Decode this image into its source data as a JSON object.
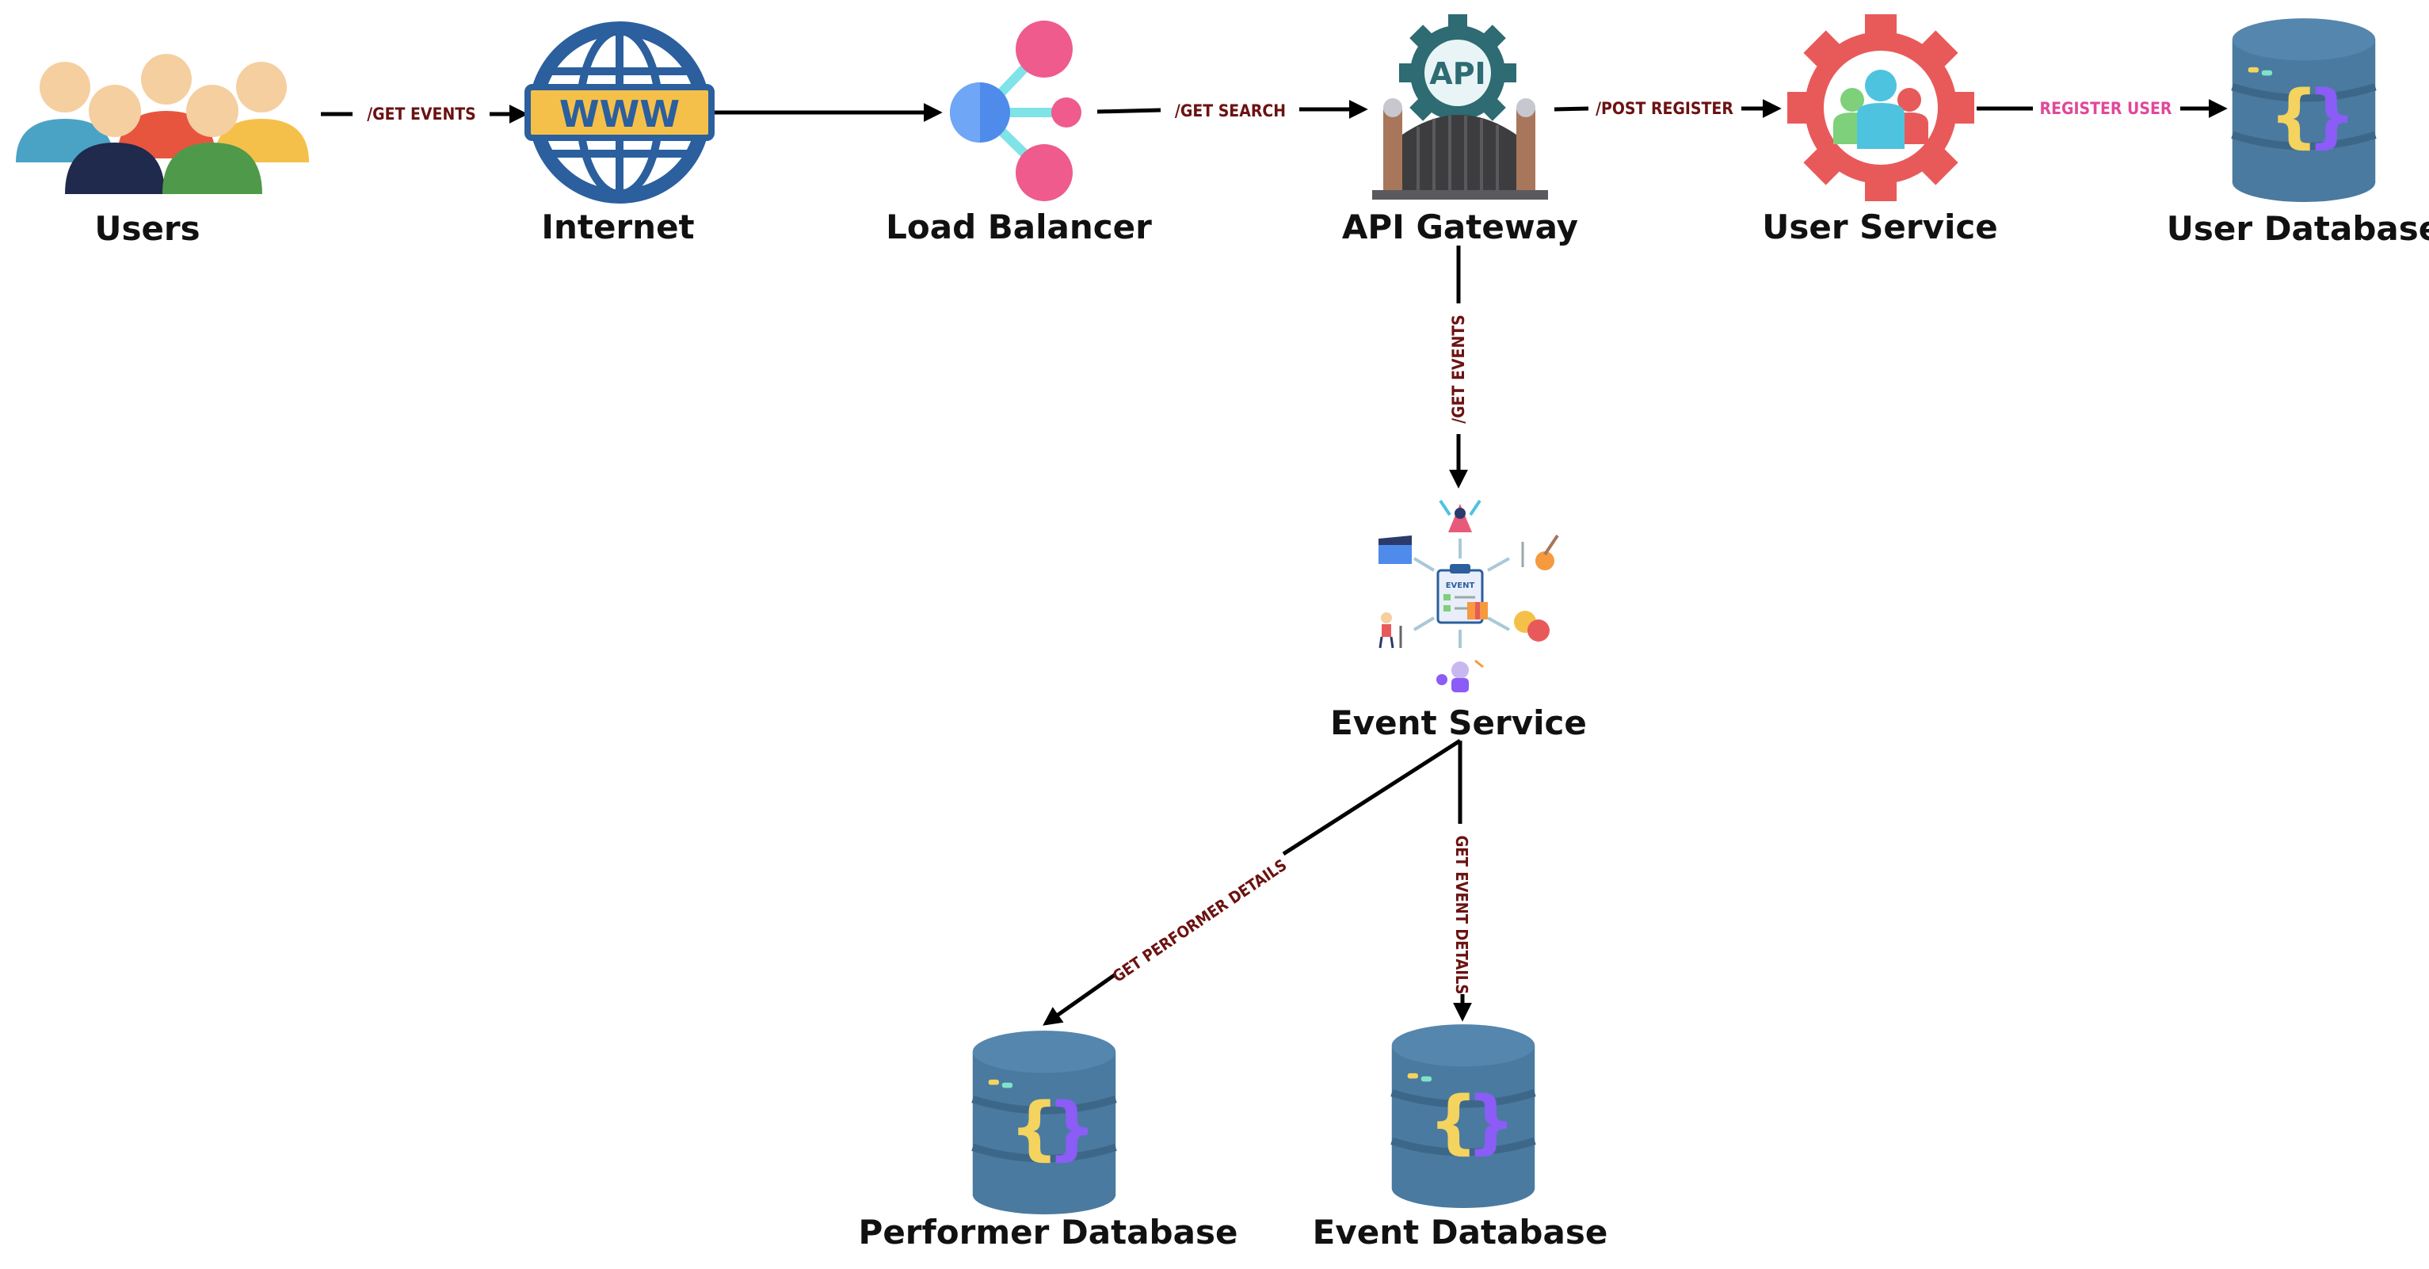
{
  "nodes": {
    "users": "Users",
    "internet": "Internet",
    "load_balancer": "Load Balancer",
    "api_gateway": "API Gateway",
    "user_service": "User Service",
    "user_database": "User Database",
    "event_service": "Event Service",
    "performer_database": "Performer Database",
    "event_database": "Event Database"
  },
  "gateway_badge": "API",
  "www_badge": "WWW",
  "event_badge": "EVENT",
  "edges": {
    "users_to_internet": "/GET EVENTS",
    "lb_to_gateway": "/GET SEARCH",
    "gateway_to_user_service": "/POST REGISTER",
    "user_service_to_db": "REGISTER USER",
    "gateway_to_event_service": "/GET EVENTS",
    "event_to_performer_db": "GET PERFORMER DETAILS",
    "event_to_event_db": "GET EVENT DETAILS"
  },
  "colors": {
    "edge_label": "#6b1212",
    "edge_label_highlight": "#e0489a",
    "database_body": "#4a7aa0",
    "database_dark": "#3d6788",
    "globe": "#2b5f9e",
    "gear_red": "#e85a5a",
    "gear_teal": "#2e6b73",
    "lb_pink": "#ef5b8c",
    "lb_blue": "#4f8bea"
  }
}
